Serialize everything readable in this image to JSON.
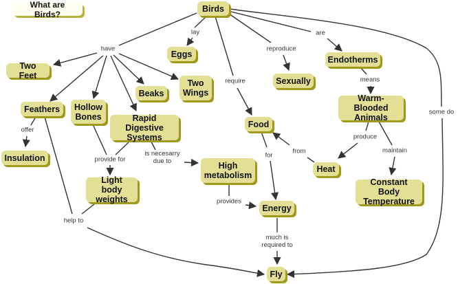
{
  "title": "What are Birds?",
  "nodes": {
    "birds": "Birds",
    "eggs": "Eggs",
    "two_feet": "Two Feet",
    "feathers": "Feathers",
    "insulation": "Insulation",
    "hollow_bones": "Hollow Bones",
    "beaks": "Beaks",
    "two_wings": "Two Wings",
    "rapid_digestive": "Rapid Digestive Systems",
    "light_body": "Light body weights",
    "high_metabolism": "High metabolism",
    "sexually": "Sexually",
    "endotherms": "Endotherms",
    "warm_blooded": "Warm-Blooded Animals",
    "food": "Food",
    "heat": "Heat",
    "energy": "Energy",
    "constant_temp": "Constant Body Temperature",
    "fly": "Fly"
  },
  "links": {
    "lay": "lay",
    "have": "have",
    "require": "require",
    "reproduce": "reproduce",
    "are": "are",
    "offer": "offer",
    "means": "means",
    "provide_for": "provide for",
    "is_necessary": "is necesarry due to",
    "produce": "produce",
    "maintain": "maintain",
    "from": "from",
    "for": "for",
    "provides": "provides",
    "help_to": "help to",
    "much_required": "much is required to",
    "some_do": "some do"
  },
  "colors": {
    "node_fill": "#e3df94",
    "node_shadow": "#a09a1c",
    "title_fill": "#fffff0",
    "line": "#333333"
  }
}
